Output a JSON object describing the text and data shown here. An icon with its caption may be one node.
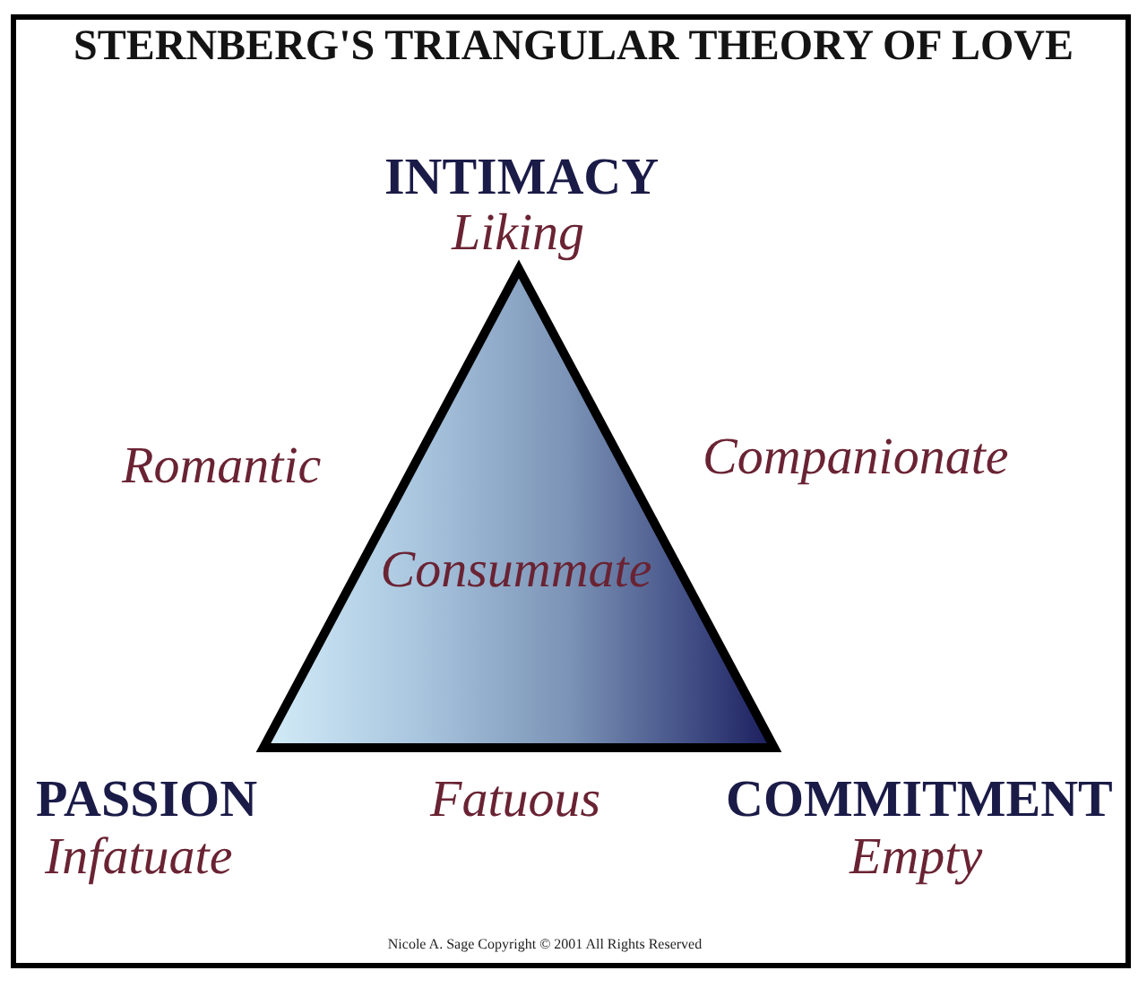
{
  "diagram": {
    "title": "STERNBERG'S TRIANGULAR THEORY OF LOVE",
    "nodes": [
      {
        "text": [
          "Consummate"
        ]
      }
    ],
    "labels": [
      "INTIMACY",
      "Liking",
      "Romantic",
      "Companionate",
      "PASSION",
      "Fatuous",
      "COMMITMENT",
      "Infatuate",
      "Empty",
      "Nicole A. Sage Copyright © 2001 All Rights Reserved"
    ]
  }
}
